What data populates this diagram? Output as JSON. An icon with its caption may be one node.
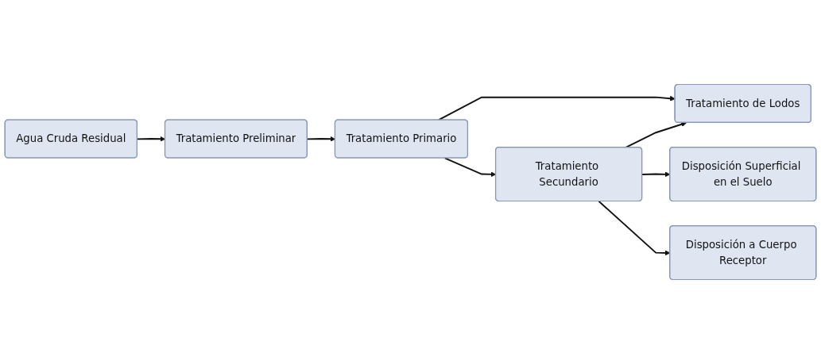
{
  "diagram": {
    "nodes": [
      {
        "text": [
          "Agua Cruda Residual"
        ]
      },
      {
        "text": [
          "Tratamiento Preliminar"
        ]
      },
      {
        "text": [
          "Tratamiento Primario"
        ]
      },
      {
        "text": [
          "Tratamiento Secundario"
        ]
      },
      {
        "text": [
          "Tratamiento de Lodos"
        ]
      },
      {
        "text": [
          "Disposición Superficial en el Suelo"
        ]
      },
      {
        "text": [
          "Disposición a Cuerpo Receptor"
        ]
      }
    ],
    "edges": [
      {
        "from": 0,
        "to": 1,
        "arrow": "to"
      },
      {
        "from": 1,
        "to": 2,
        "arrow": "to"
      },
      {
        "from": 2,
        "to": 3,
        "arrow": "to"
      },
      {
        "from": 2,
        "to": 4,
        "arrow": "to"
      },
      {
        "from": 3,
        "to": 4,
        "arrow": "to"
      },
      {
        "from": 3,
        "to": 5,
        "arrow": "to"
      },
      {
        "from": 3,
        "to": 6,
        "arrow": "to"
      }
    ]
  }
}
